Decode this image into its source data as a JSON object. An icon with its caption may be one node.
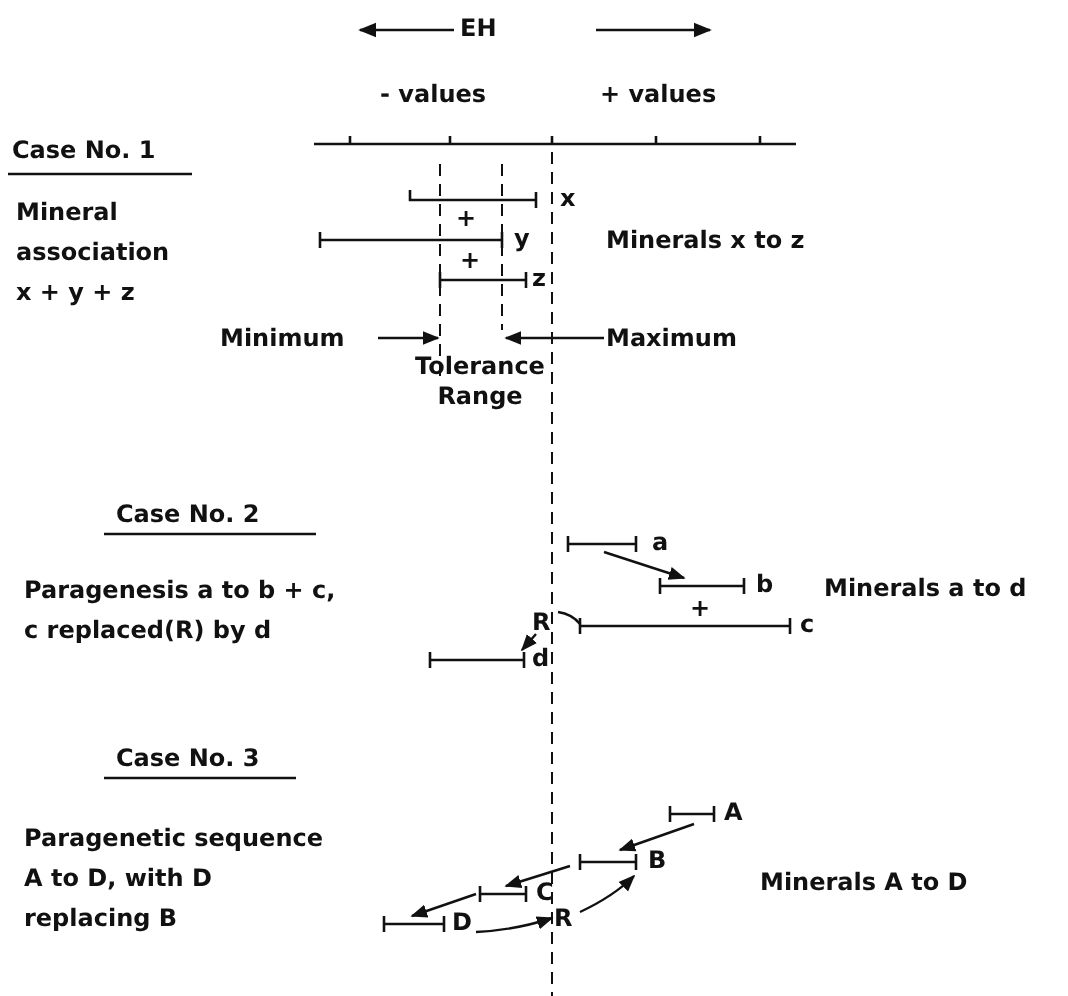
{
  "diagram": {
    "nodes": [
      {
        "text": [
          "x"
        ]
      },
      {
        "text": [
          "y"
        ]
      },
      {
        "text": [
          "z"
        ]
      },
      {
        "text": [
          "a"
        ]
      },
      {
        "text": [
          "b"
        ]
      },
      {
        "text": [
          "c"
        ]
      },
      {
        "text": [
          "R"
        ]
      },
      {
        "text": [
          "d"
        ]
      },
      {
        "text": [
          "A"
        ]
      },
      {
        "text": [
          "B"
        ]
      },
      {
        "text": [
          "C"
        ]
      },
      {
        "text": [
          "R"
        ]
      },
      {
        "text": [
          "D"
        ]
      },
      {
        "text": [
          "Minimum"
        ]
      },
      {
        "text": [
          "Maximum"
        ]
      },
      {
        "text": [],
        "shape": "line"
      },
      {
        "text": [],
        "shape": "line"
      }
    ],
    "edges": [
      {
        "from": 3,
        "to": 4,
        "arrow": "to"
      },
      {
        "from": 5,
        "to": 6,
        "arrow": "none"
      },
      {
        "from": 6,
        "to": 7,
        "arrow": "to"
      },
      {
        "from": 8,
        "to": 9,
        "arrow": "to"
      },
      {
        "from": 9,
        "to": 10,
        "arrow": "to"
      },
      {
        "from": 10,
        "to": 12,
        "arrow": "to"
      },
      {
        "from": 12,
        "to": 11,
        "arrow": "to"
      },
      {
        "from": 11,
        "to": 9,
        "arrow": "to"
      },
      {
        "from": 13,
        "to": 15,
        "arrow": "to"
      },
      {
        "from": 14,
        "to": 16,
        "arrow": "to"
      }
    ],
    "labels": [
      "EH",
      "- values",
      "+ values",
      "Case No. 1",
      "Mineral association x + y + z",
      "+",
      "+",
      "Minerals x to z",
      "Tolerance Range",
      "Case No. 2",
      "Paragenesis a to b + c, c replaced(R) by d",
      "+",
      "Minerals a to d",
      "Case No. 3",
      "Paragenetic sequence A to D, with D replacing B",
      "Minerals A to D"
    ]
  }
}
